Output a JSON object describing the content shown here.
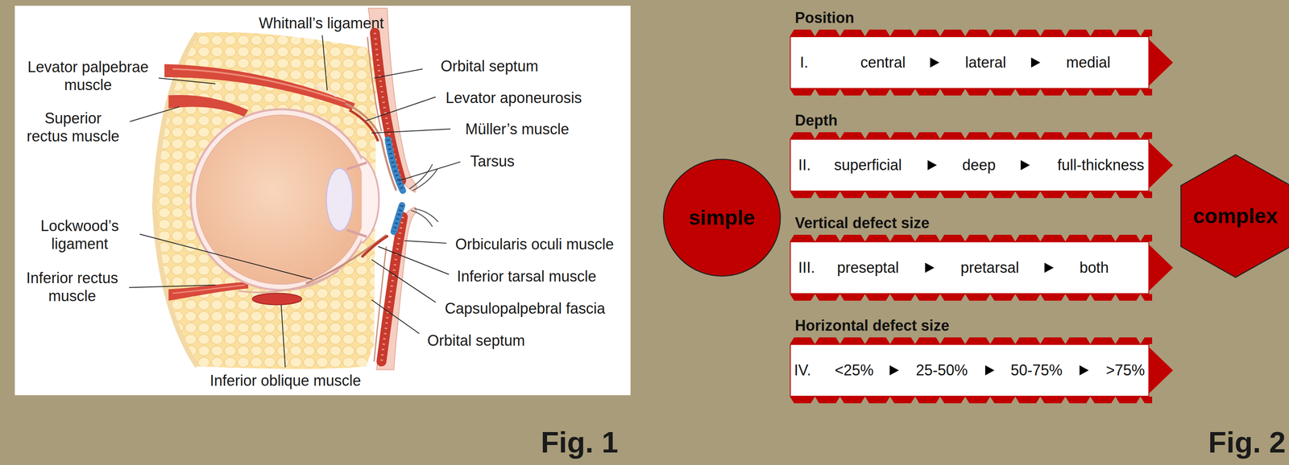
{
  "diagram": {
    "nodes": [
      {
        "text": [
          "simple"
        ]
      },
      {
        "text": [
          "Position",
          "I.",
          "central",
          "lateral",
          "medial"
        ]
      },
      {
        "text": [
          "Depth",
          "II.",
          "superficial",
          "deep",
          "full-thickness"
        ]
      },
      {
        "text": [
          "Vertical defect size",
          "III.",
          "preseptal",
          "pretarsal",
          "both"
        ]
      },
      {
        "text": [
          "Horizontal defect size",
          "IV.",
          "<25%",
          "25-50%",
          "50-75%",
          ">75%"
        ]
      },
      {
        "text": [
          "complex"
        ]
      }
    ],
    "labels": [
      "Whitnall’s ligament",
      "Levator palpebrae muscle",
      "Superior rectus muscle",
      "Orbital septum",
      "Levator aponeurosis",
      "Müller’s muscle",
      "Tarsus",
      "Lockwood’s ligament",
      "Inferior rectus muscle",
      "Orbicularis oculi muscle",
      "Inferior tarsal muscle",
      "Capsulopalpebral fascia",
      "Orbital septum",
      "Inferior oblique muscle",
      "Fig. 1",
      "Fig. 2"
    ]
  }
}
